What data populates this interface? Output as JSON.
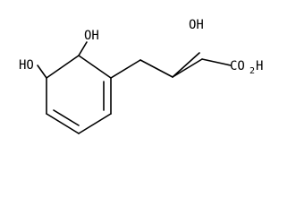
{
  "molecule": {
    "labels": {
      "oh_top": "OH",
      "oh_left": "HO",
      "oh_side": "OH",
      "acid": {
        "main": "CO",
        "subscript": "2",
        "suffix": "H"
      }
    }
  }
}
